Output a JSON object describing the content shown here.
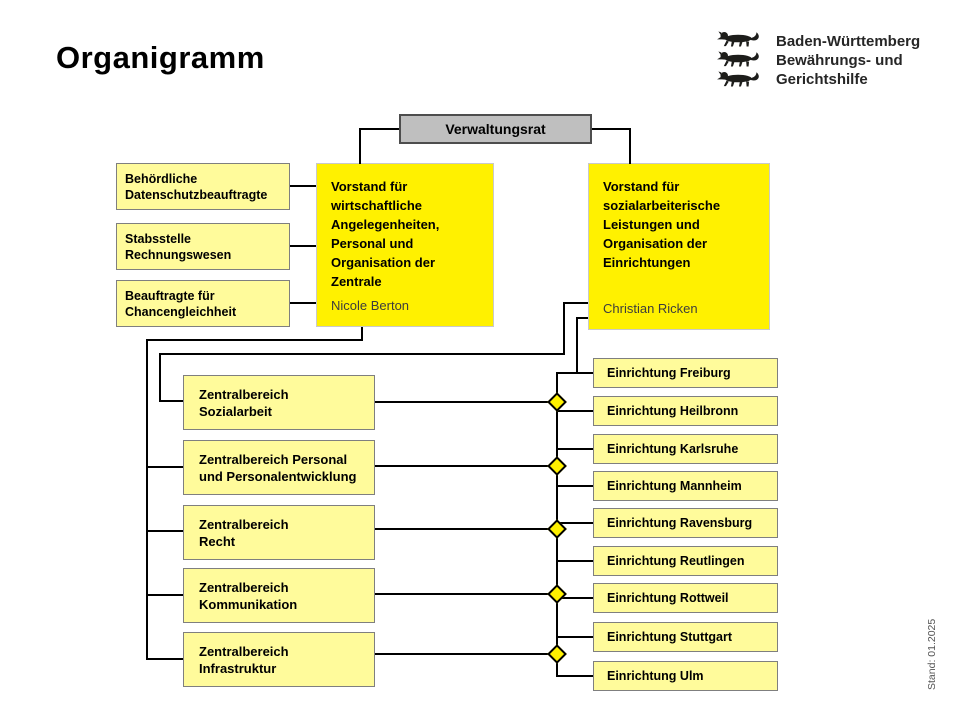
{
  "page": {
    "title": "Organigramm",
    "stand": "Stand: 01.2025"
  },
  "logo": {
    "line1": "Baden-Württemberg",
    "line2": "Bewährungs- und",
    "line3": "Gerichtshilfe",
    "icon": "three-lions-coat-of-arms"
  },
  "board": {
    "label": "Verwaltungsrat"
  },
  "executives": [
    {
      "title": "Vorstand für\nwirtschaftliche\nAngelegenheiten,\nPersonal und\nOrganisation der\nZentrale",
      "name": "Nicole Berton"
    },
    {
      "title": "Vorstand für\nsozialarbeiterische\nLeistungen und\nOrganisation der\nEinrichtungen",
      "name": "Christian Ricken"
    }
  ],
  "staff_units": [
    "Behördliche\nDatenschutzbeauftragte",
    "Stabsstelle\nRechnungswesen",
    "Beauftragte für\nChancengleichheit"
  ],
  "central_departments": [
    "Zentralbereich\nSozialarbeit",
    "Zentralbereich Personal\nund Personalentwicklung",
    "Zentralbereich\nRecht",
    "Zentralbereich\nKommunikation",
    "Zentralbereich\nInfrastruktur"
  ],
  "facilities": [
    "Einrichtung Freiburg",
    "Einrichtung Heilbronn",
    "Einrichtung Karlsruhe",
    "Einrichtung Mannheim",
    "Einrichtung Ravensburg",
    "Einrichtung Reutlingen",
    "Einrichtung Rottweil",
    "Einrichtung Stuttgart",
    "Einrichtung Ulm"
  ],
  "colors": {
    "executive_yellow": "#FFF100",
    "department_yellow": "#FFFB9B",
    "board_gray": "#BFBFBF",
    "line_black": "#000000"
  }
}
